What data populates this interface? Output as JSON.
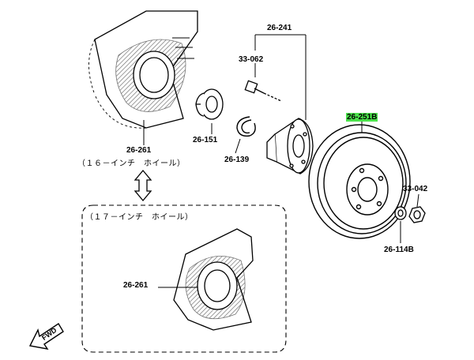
{
  "labels": {
    "p26_241": "26-241",
    "p33_062": "33-062",
    "p26_251b": "26-251B",
    "p26_151": "26-151",
    "p26_261_top": "26-261",
    "p26_139": "26-139",
    "p33_042": "33-042",
    "p26_114b": "26-114B",
    "p26_261_bottom": "26-261"
  },
  "notes": {
    "wheel16": "（１６－インチ　ホイール）",
    "wheel17": "（１７－インチ　ホイール）"
  },
  "fwd": "FWD",
  "colors": {
    "highlight": "#4be14b",
    "line": "#000000"
  }
}
